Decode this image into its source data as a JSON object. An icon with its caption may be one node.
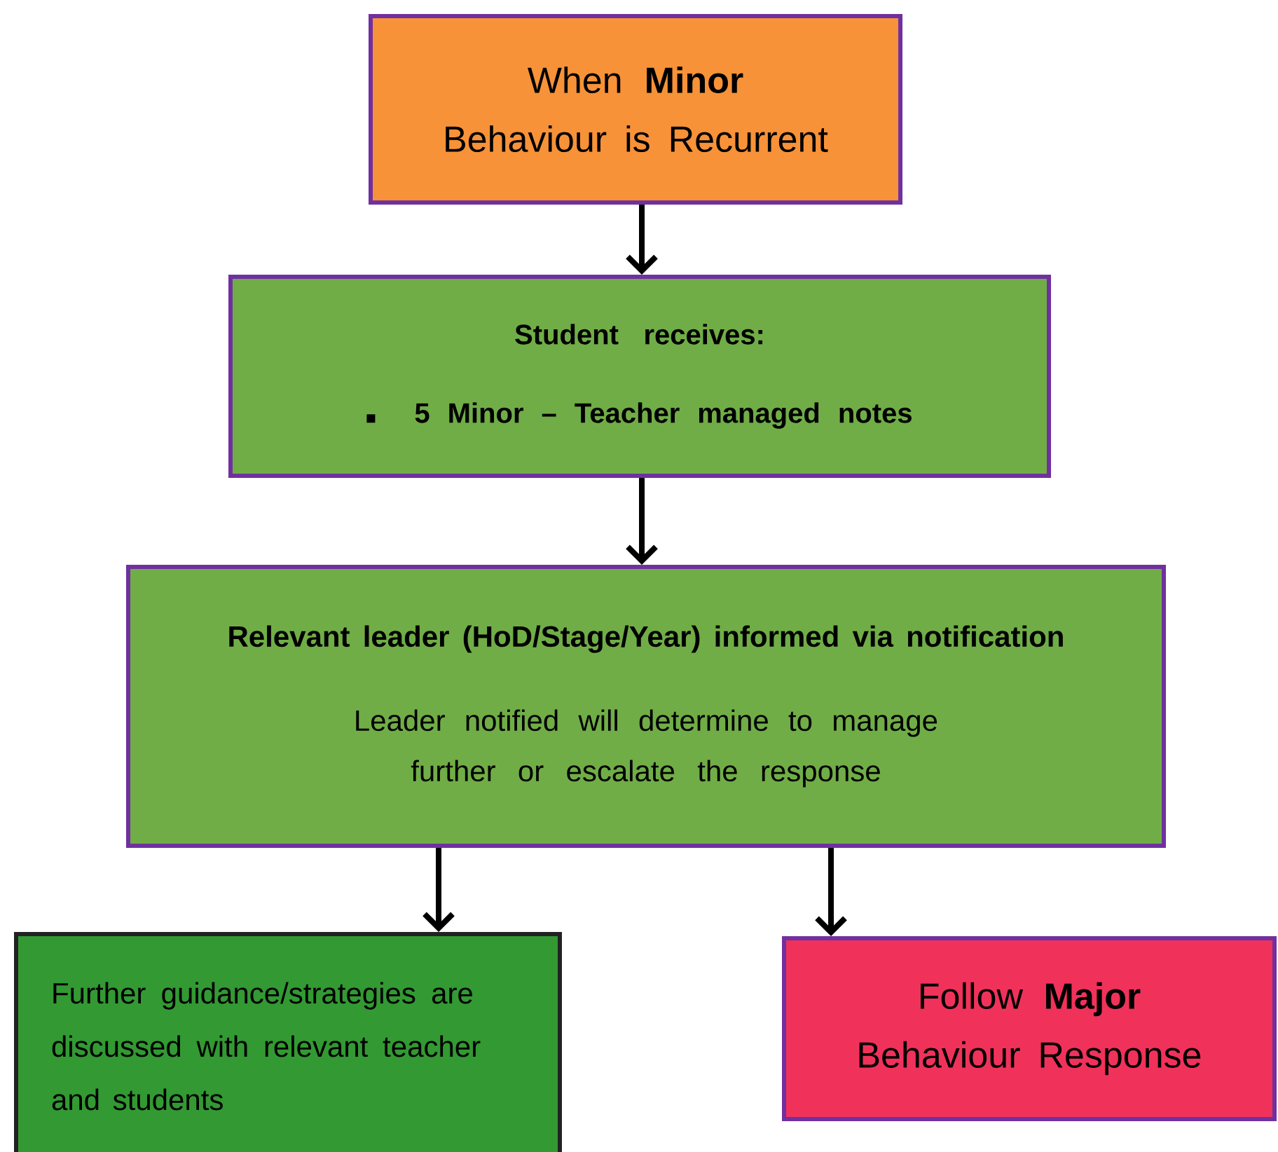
{
  "diagram": {
    "nodes": [
      {
        "text": [
          "When **Minor** Behaviour is Recurrent"
        ]
      },
      {
        "text": [
          "Student receives:",
          "5 Minor – Teacher managed notes"
        ]
      },
      {
        "text": [
          "Relevant leader (HoD/Stage/Year) informed via notification",
          "Leader notified will determine to manage further or escalate the response"
        ]
      },
      {
        "text": [
          "Further guidance/strategies are discussed with relevant teacher and students"
        ]
      },
      {
        "text": [
          "Follow **Major** Behaviour Response"
        ]
      }
    ],
    "edges": [
      {
        "from": 0,
        "to": 1,
        "arrow": "to"
      },
      {
        "from": 1,
        "to": 2,
        "arrow": "to"
      },
      {
        "from": 2,
        "to": 3,
        "arrow": "to"
      },
      {
        "from": 2,
        "to": 4,
        "arrow": "to"
      }
    ]
  }
}
